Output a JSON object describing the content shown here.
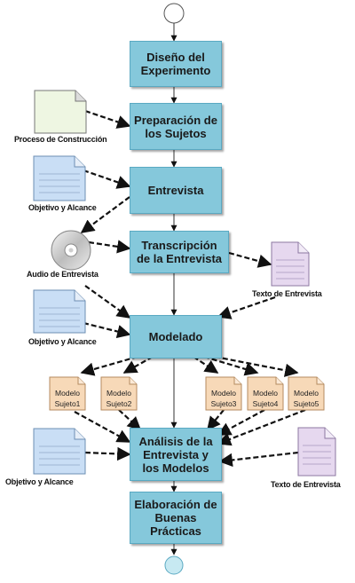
{
  "processes": {
    "diseno": "Diseño del\nExperimento",
    "preparacion": "Preparación de\nlos Sujetos",
    "entrevista": "Entrevista",
    "transcripcion": "Transcripción\nde la Entrevista",
    "modelado": "Modelado",
    "analisis": "Análisis de la\nEntrevista y\nlos Modelos",
    "elaboracion": "Elaboración de\nBuenas\nPrácticas"
  },
  "artifacts": {
    "proceso_construccion": "Proceso de Construcción",
    "objetivo_alcance_1": "Objetivo y Alcance",
    "audio_entrevista": "Audio de Entrevista",
    "texto_entrevista_1": "Texto de Entrevista",
    "objetivo_alcance_2": "Objetivo y Alcance",
    "objetivo_alcance_3": "Objetivo y Alcance",
    "texto_entrevista_2": "Texto de Entrevista"
  },
  "models": [
    "Modelo\nSujeto1",
    "Modelo\nSujeto2",
    "Modelo\nSujeto3",
    "Modelo\nSujeto4",
    "Modelo\nSujeto5"
  ],
  "colors": {
    "process_fill": "#85c8db",
    "process_border": "#5aa9c2",
    "doc_blue": "#c9def5",
    "doc_green": "#eef6e2",
    "doc_purple": "#e6d8ef",
    "doc_orange": "#f7d9b8",
    "start_end": "#c7e9f2"
  }
}
